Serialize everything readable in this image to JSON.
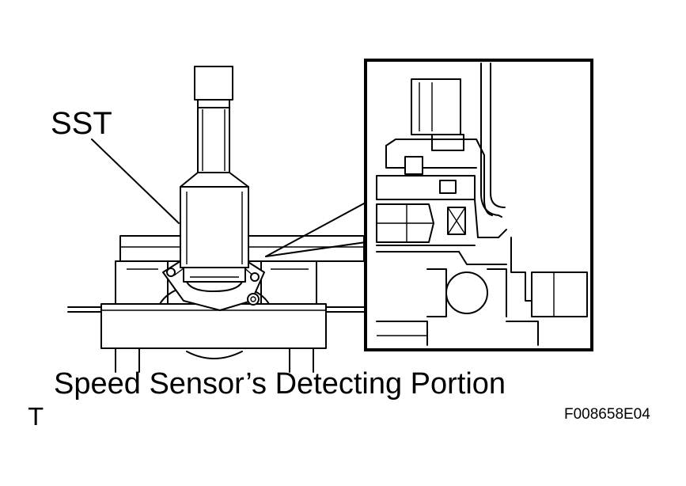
{
  "labels": {
    "tool": "SST",
    "caption": "Speed Sensor’s Detecting Portion",
    "corner_mark": "T",
    "figure_code": "F008658E04"
  },
  "colors": {
    "ink": "#000000",
    "paper": "#ffffff"
  }
}
